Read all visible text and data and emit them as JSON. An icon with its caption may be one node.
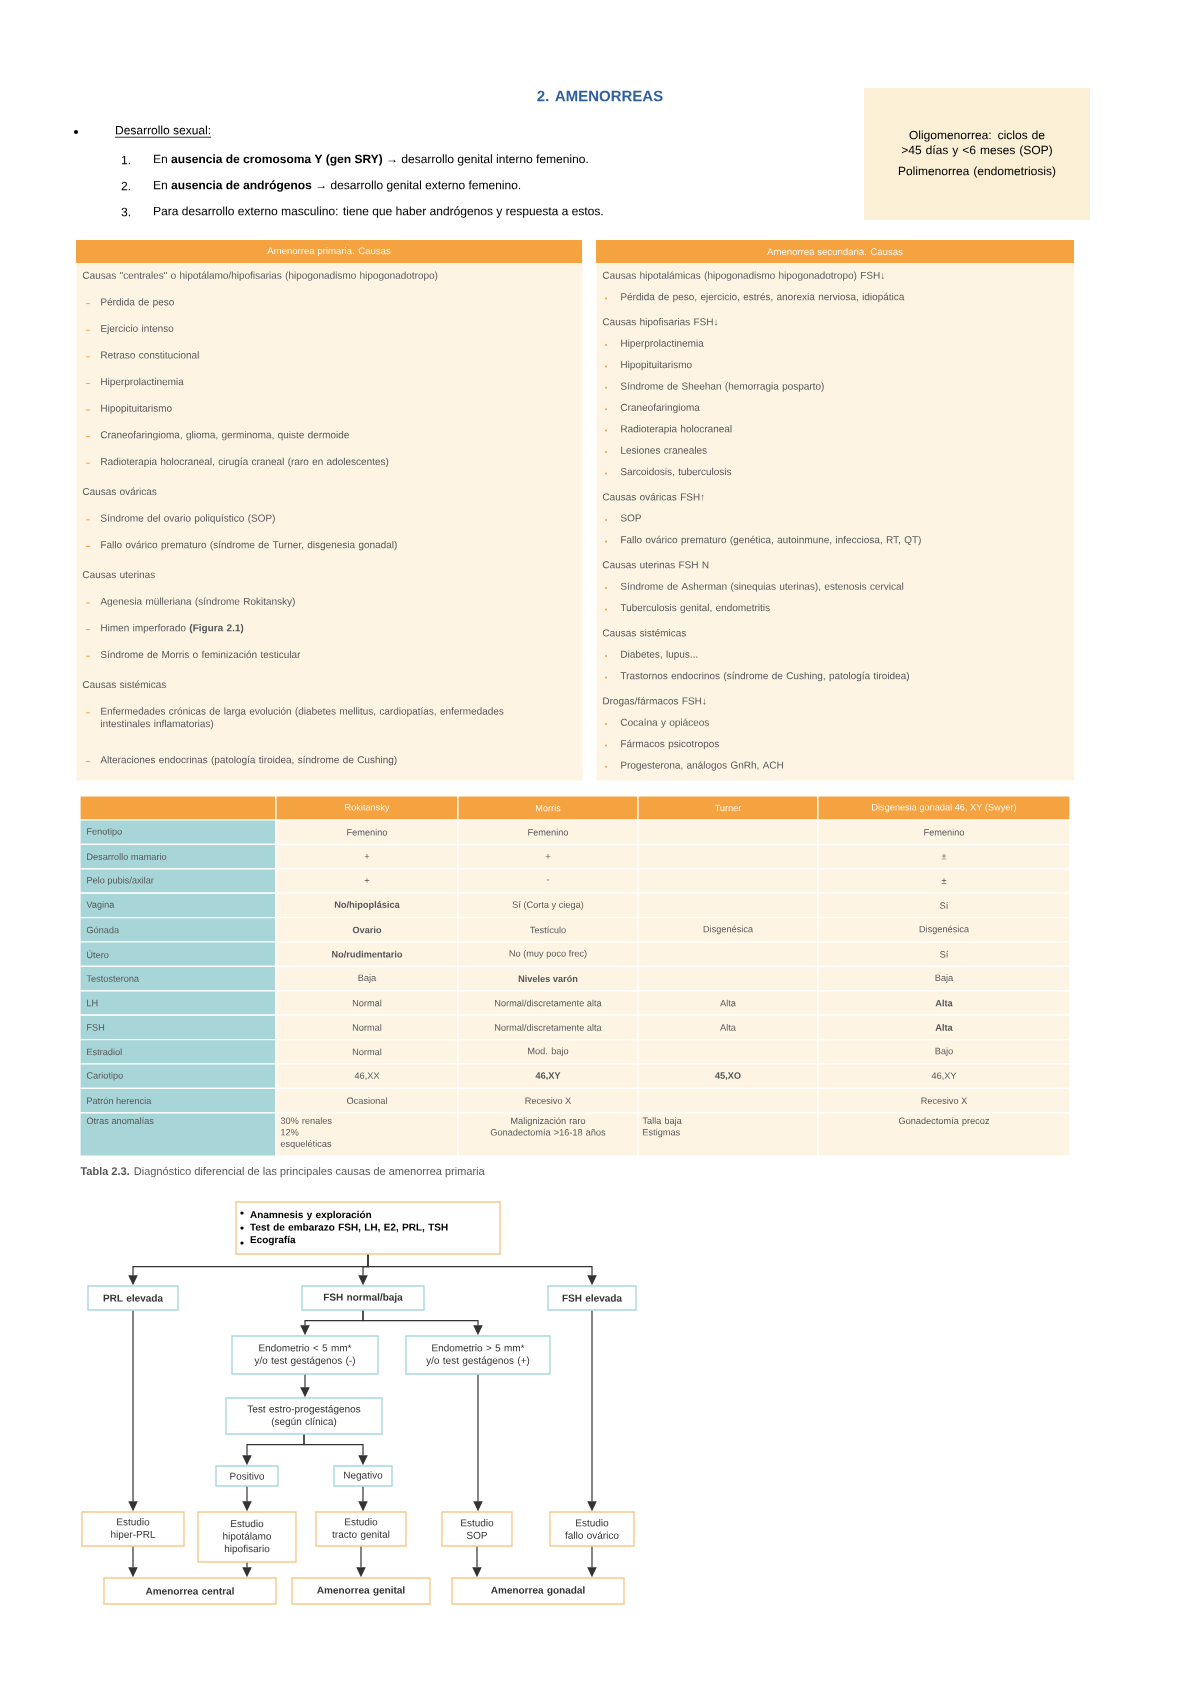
{
  "diagram": {
    "title": "2. AMENORREAS",
    "caption": "**Tabla 2.3.** Diagnóstico diferencial de las principales causas de amenorrea primaria",
    "nodes": [
      {
        "text": [
          "Oligomenorrea: ciclos de >45 días y <6 meses (SOP)",
          "Polimenorrea (endometriosis)"
        ]
      },
      {
        "text": [
          "Amenorrea primaria. Causas",
          "Causas \"centrales\" o hipotálamo/hipofisarias (hipogonadismo hipogonadotropo)",
          "Pérdida de peso",
          "Ejercicio intenso",
          "Retraso constitucional",
          "Hiperprolactinemia",
          "Hipopituitarismo",
          "Craneofaringioma, glioma, germinoma, quiste dermoide",
          "Radioterapia holocraneal, cirugía craneal (raro en adolescentes)",
          "Causas ováricas",
          "Síndrome del ovario poliquístico (SOP)",
          "Fallo ovárico prematuro (síndrome de Turner, disgenesia gonadal)",
          "Causas uterinas",
          "Agenesia mülleriana (síndrome Rokitansky)",
          "Himen imperforado **(Figura 2.1)**",
          "Síndrome de Morris o feminización testicular",
          "Causas sistémicas",
          "Enfermedades crónicas de larga evolución (diabetes mellitus, cardiopatías, enfermedades intestinales inflamatorias)",
          "Alteraciones endocrinas (patología tiroidea, síndrome de Cushing)"
        ]
      },
      {
        "text": [
          "Amenorrea secundaria. Causas",
          "Causas hipotalámicas (hipogonadismo hipogonadotropo) FSH↓",
          "Pérdida de peso, ejercicio, estrés, anorexia nerviosa, idiopática",
          "Causas hipofisarias FSH↓",
          "Hiperprolactinemia",
          "Hipopituitarismo",
          "Síndrome de Sheehan (hemorragia posparto)",
          "Craneofaringioma",
          "Radioterapia holocraneal",
          "Lesiones craneales",
          "Sarcoidosis, tuberculosis",
          "Causas ováricas FSH↑",
          "SOP",
          "Fallo ovárico prematuro (genética, autoinmune, infecciosa, RT, QT)",
          "Causas uterinas FSH N",
          "Síndrome de Asherman (sinequias uterinas), estenosis cervical",
          "Tuberculosis genital, endometritis",
          "Causas sistémicas",
          "Diabetes, lupus...",
          "Trastornos endocrinos (síndrome de Cushing, patología tiroidea)",
          "Drogas/fármacos FSH↓",
          "Cocaína y opiáceos",
          "Fármacos psicotropos",
          "Progesterona, análogos GnRh, ACH"
        ]
      },
      {
        "text": [
          "Anamnesis y exploración",
          "Test de embarazo FSH, LH, E2, PRL, TSH",
          "Ecografía"
        ]
      },
      {
        "text": [
          "PRL elevada"
        ]
      },
      {
        "text": [
          "FSH normal/baja"
        ]
      },
      {
        "text": [
          "FSH elevada"
        ]
      },
      {
        "text": [
          "Endometrio < 5 mm* y/o test gestágenos (-)"
        ]
      },
      {
        "text": [
          "Endometrio > 5 mm* y/o test gestágenos (+)"
        ]
      },
      {
        "text": [
          "Test estro-progestágenos (según clínica)"
        ]
      },
      {
        "text": [
          "Positivo"
        ]
      },
      {
        "text": [
          "Negativo"
        ]
      },
      {
        "text": [
          "Estudio hiper-PRL"
        ]
      },
      {
        "text": [
          "Estudio hipotálamo hipofisario"
        ]
      },
      {
        "text": [
          "Estudio tracto genital"
        ]
      },
      {
        "text": [
          "Estudio SOP"
        ]
      },
      {
        "text": [
          "Estudio fallo ovárico"
        ]
      },
      {
        "text": [
          "Amenorrea central"
        ]
      },
      {
        "text": [
          "Amenorrea genital"
        ]
      },
      {
        "text": [
          "Amenorrea gonadal"
        ]
      }
    ],
    "edges": [
      {
        "from": 3,
        "to": 4,
        "arrow": "to"
      },
      {
        "from": 3,
        "to": 5,
        "arrow": "to"
      },
      {
        "from": 3,
        "to": 6,
        "arrow": "to"
      },
      {
        "from": 5,
        "to": 7,
        "arrow": "to"
      },
      {
        "from": 5,
        "to": 8,
        "arrow": "to"
      },
      {
        "from": 7,
        "to": 9,
        "arrow": "to"
      },
      {
        "from": 9,
        "to": 10,
        "arrow": "to"
      },
      {
        "from": 9,
        "to": 11,
        "arrow": "to"
      },
      {
        "from": 4,
        "to": 12,
        "arrow": "to"
      },
      {
        "from": 10,
        "to": 13,
        "arrow": "to"
      },
      {
        "from": 11,
        "to": 14,
        "arrow": "to"
      },
      {
        "from": 8,
        "to": 15,
        "arrow": "to"
      },
      {
        "from": 6,
        "to": 16,
        "arrow": "to"
      },
      {
        "from": 12,
        "to": 17,
        "arrow": "to"
      },
      {
        "from": 13,
        "to": 17,
        "arrow": "to"
      },
      {
        "from": 14,
        "to": 18,
        "arrow": "to"
      },
      {
        "from": 15,
        "to": 19,
        "arrow": "to"
      },
      {
        "from": 16,
        "to": 19,
        "arrow": "to"
      }
    ],
    "labels": [
      "Desarrollo sexual:",
      "1.",
      "En **ausencia de cromosoma Y (gen SRY)** → desarrollo genital interno femenino.",
      "2.",
      "En **ausencia de andrógenos** → desarrollo genital externo femenino.",
      "3.",
      "Para desarrollo externo masculino: tiene que haber andrógenos y respuesta a estos.",
      "Rokitansky",
      "Morris",
      "Turner",
      "Disgenesia gonadal 46, XY (Swyer)",
      "Fenotipo",
      "Femenino",
      "Femenino",
      "Femenino",
      "Desarrollo mamario",
      "+",
      "+",
      "±",
      "Pelo pubis/axilar",
      "+",
      "-",
      "±",
      "Vagina",
      "No/hipoplásica",
      "Sí (Corta y ciega)",
      "Sí",
      "Gónada",
      "Ovario",
      "Testículo",
      "Disgenésica",
      "Disgenésica",
      "Útero",
      "No/rudimentario",
      "No (muy poco frec)",
      "Sí",
      "Testosterona",
      "Baja",
      "Niveles varón",
      "Baja",
      "LH",
      "Normal",
      "Normal/discretamente alta",
      "Alta",
      "Alta",
      "FSH",
      "Normal",
      "Normal/discretamente alta",
      "Alta",
      "Alta",
      "Estradiol",
      "Normal",
      "Mod. bajo",
      "Bajo",
      "Cariotipo",
      "46,XX",
      "46,XY",
      "45,XO",
      "46,XY",
      "Patrón herencia",
      "Ocasional",
      "Recesivo X",
      "Recesivo X",
      "Otras anomalías",
      "30% renales 12% esqueléticas",
      "Malignización raro Gonadectomía >16-18 años",
      "Talla baja Estigmas",
      "Gonadectomía precoz"
    ]
  }
}
